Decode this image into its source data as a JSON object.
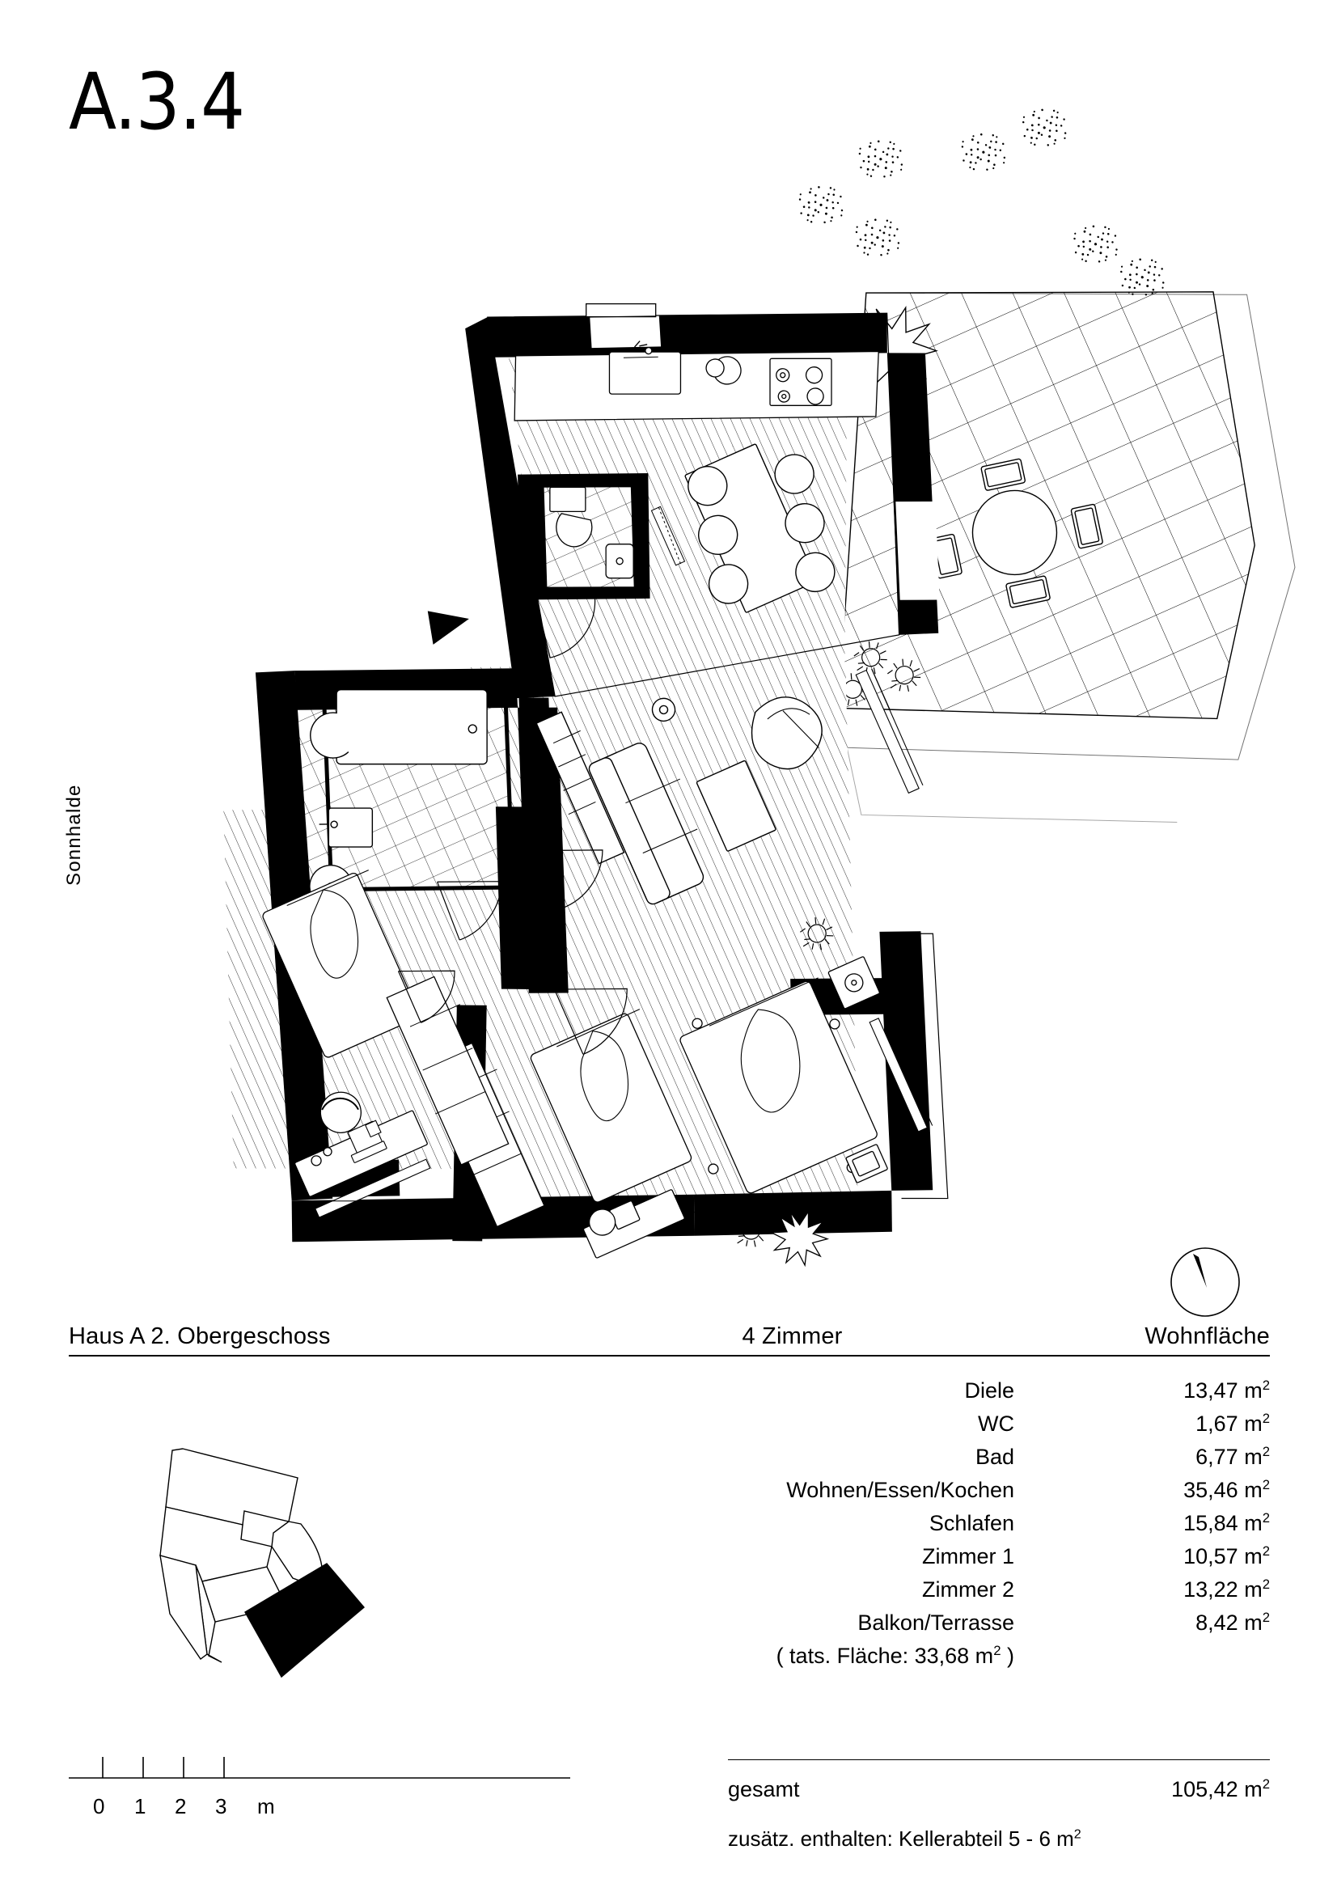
{
  "sheet": {
    "title": "A.3.4",
    "street_label": "Sonnhalde"
  },
  "legend": {
    "house": "Haus A   2. Obergeschoss",
    "rooms_count": "4 Zimmer",
    "area_header": "Wohnfläche",
    "rows": [
      {
        "label": "Diele",
        "value": "13,47 m²"
      },
      {
        "label": "WC",
        "value": "1,67 m²"
      },
      {
        "label": "Bad",
        "value": "6,77 m²"
      },
      {
        "label": "Wohnen/Essen/Kochen",
        "value": "35,46 m²"
      },
      {
        "label": "Schlafen",
        "value": "15,84 m²"
      },
      {
        "label": "Zimmer 1",
        "value": "10,57 m²"
      },
      {
        "label": "Zimmer 2",
        "value": "13,22 m²"
      },
      {
        "label": "Balkon/Terrasse",
        "value": "8,42 m²"
      }
    ],
    "note": "( tats. Fläche: 33,68 m² )",
    "total_label": "gesamt",
    "total_value": "105,42 m²",
    "extra_note": "zusätz. enthalten: Kellerabteil 5 - 6 m²"
  },
  "scalebar": {
    "ticks": [
      "0",
      "1",
      "2",
      "3"
    ],
    "unit": "m"
  },
  "north_arrow": {
    "name": "north-arrow"
  },
  "colors": {
    "ink": "#000000",
    "paper": "#ffffff",
    "hairline": "#000000"
  }
}
